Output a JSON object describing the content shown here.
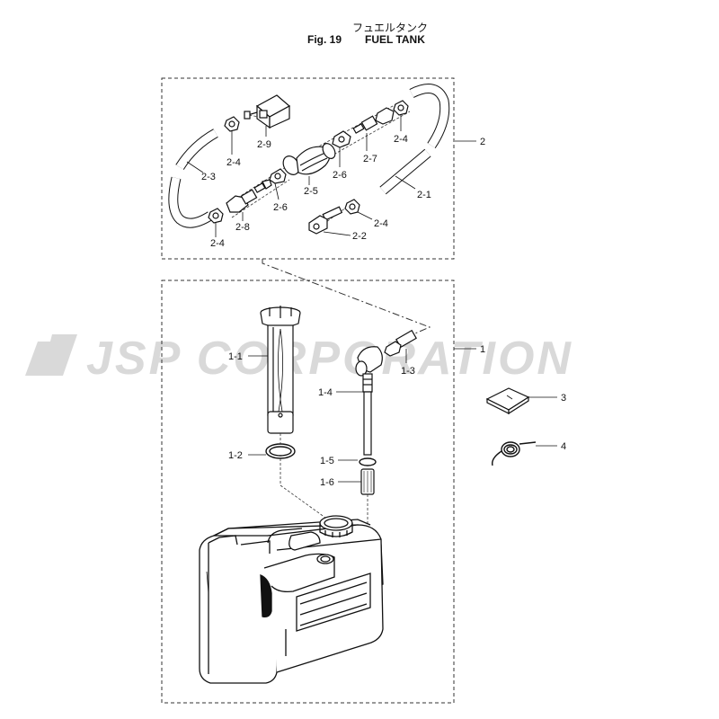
{
  "header": {
    "jp_title": "フュエルタンク",
    "figure_number": "Fig. 19",
    "figure_title": "FUEL TANK"
  },
  "watermark": {
    "text": "JSP CORPORATION",
    "color": "#d9d9d9"
  },
  "labels": {
    "l_2_9": "2-9",
    "l_2_4a": "2-4",
    "l_2_3": "2-3",
    "l_2_8": "2-8",
    "l_2_4b": "2-4",
    "l_2_6a": "2-6",
    "l_2_5": "2-5",
    "l_2_6b": "2-6",
    "l_2_7": "2-7",
    "l_2_4c": "2-4",
    "l_2_1": "2-1",
    "l_2_4d": "2-4",
    "l_2_2": "2-2",
    "l_2": "2",
    "l_1_1": "1-1",
    "l_1_2": "1-2",
    "l_1_3": "1-3",
    "l_1_4": "1-4",
    "l_1_5": "1-5",
    "l_1_6": "1-6",
    "l_1": "1",
    "l_3": "3",
    "l_4": "4"
  },
  "colors": {
    "line": "#111111",
    "watermark": "#d9d9d9"
  }
}
